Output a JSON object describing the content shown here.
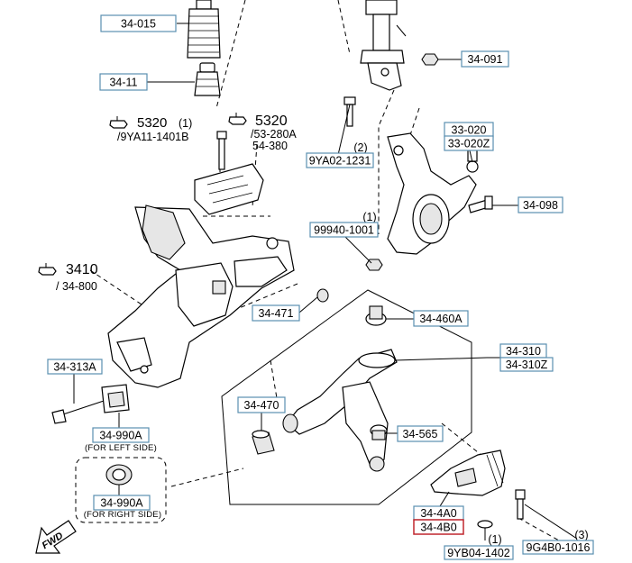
{
  "callouts": {
    "c34_015": "34-015",
    "c34_11": "34-11",
    "c34_091": "34-091",
    "c33_020": "33-020",
    "c33_020z": "33-020Z",
    "c34_098": "34-098",
    "c9ya02": "9YA02-1231",
    "c9ya02_qty": "(2)",
    "c99940": "99940-1001",
    "c99940_qty": "(1)",
    "c34_471": "34-471",
    "c34_460a": "34-460A",
    "c34_310": "34-310",
    "c34_310z": "34-310Z",
    "c34_313a": "34-313A",
    "c34_470": "34-470",
    "c34_565": "34-565",
    "c34_990a_l": "34-990A",
    "c34_990a_r": "34-990A",
    "c34_4a0": "34-4A0",
    "c34_4b0": "34-4B0",
    "c9yb04": "9YB04-1402",
    "c9yb04_qty": "(1)",
    "c9g4b0": "9G4B0-1016",
    "c9g4b0_qty": "(3)"
  },
  "references": {
    "r5320a_num": "5320",
    "r5320a_qty": "(1)",
    "r5320a_sub": "/9YA11-1401B",
    "r5320b_num": "5320",
    "r5320b_sub1": "/53-280A",
    "r5320b_sub2": "54-380",
    "r3410_num": "3410",
    "r3410_sub": "/ 34-800"
  },
  "notes": {
    "left_side": "(FOR LEFT SIDE)",
    "right_side": "(FOR RIGHT SIDE)"
  },
  "fwd": "FWD",
  "colors": {
    "callout_border": "#5a8fb0",
    "highlight_border": "#c0262d"
  }
}
